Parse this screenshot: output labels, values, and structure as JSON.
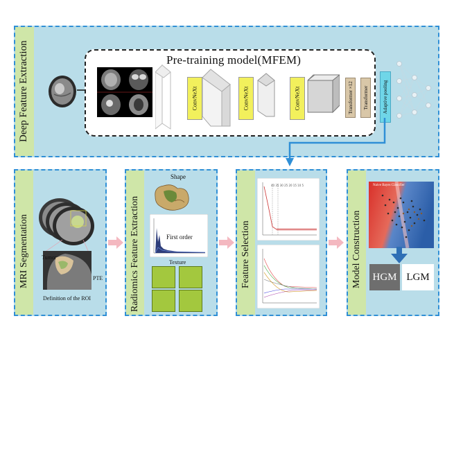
{
  "top": {
    "section_label": "Deep Feature Extraction",
    "model_title": "Pre-training model(MFEM)",
    "conv_labels": [
      "ConvNeXt",
      "ConvNeXt",
      "ConvNeXt"
    ],
    "transformer_labels": [
      "Transformer ×12",
      "Transformer"
    ],
    "pool_label": "Adaptive pooling"
  },
  "panels": {
    "segmentation": {
      "section_label": "MRI Segmentation",
      "tumor_label": "Tumor",
      "pte_label": "PTE",
      "roi_label": "Definition of the ROI"
    },
    "radiomics": {
      "section_label": "Radiomics Feature Extraction",
      "shape_label": "Shape",
      "first_order_label": "First order",
      "texture_label": "Texture"
    },
    "selection": {
      "section_label": "Feature Selection"
    },
    "model": {
      "section_label": "Model Construction",
      "classifier_title": "Naive Bayes Classifier",
      "hgm_label": "HGM",
      "lgm_label": "LGM"
    }
  },
  "colors": {
    "panel_fill": "#b9dde9",
    "panel_border": "#2f8fd6",
    "label_strip": "#cfe6a8",
    "conv_block": "#f2f05c",
    "transformer_block": "#d9c7a8",
    "pool_block": "#6fd6e8",
    "pink_arrow": "#f4b8c0",
    "blue_arrow": "#2f8fd6",
    "hgm_box": "#6e6e6e"
  }
}
